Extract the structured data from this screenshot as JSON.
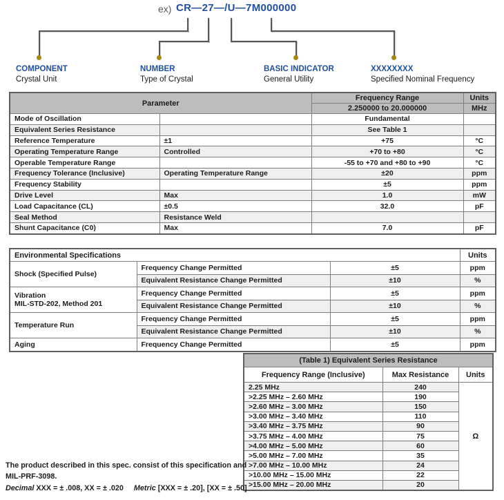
{
  "colors": {
    "accent_blue": "#1f4fa0",
    "marker_gold": "#a9840e",
    "connector_gray": "#575757",
    "header_gray": "#bdbdbd",
    "row_stripe": "#efefef"
  },
  "diagram": {
    "example_prefix": "ex)",
    "part_number": "CR—27—/U—7M000000",
    "labels": [
      {
        "code": "COMPONENT",
        "desc": "Crystal Unit"
      },
      {
        "code": "NUMBER",
        "desc": "Type of Crystal"
      },
      {
        "code": "BASIC INDICATOR",
        "desc": "General Utility"
      },
      {
        "code": "XXXXXXXX",
        "desc": "Specified Nominal Frequency"
      }
    ]
  },
  "parameter_table": {
    "header": {
      "parameter": "Parameter",
      "frequency_range": "Frequency Range",
      "range_value": "2.250000 to 20.000000",
      "units": "Units",
      "units_value": "MHz"
    },
    "rows": [
      {
        "name": "Mode of Oscillation",
        "condition": "",
        "value": "Fundamental",
        "unit": ""
      },
      {
        "name": "Equivalent Series Resistance",
        "condition": "",
        "value": "See Table 1",
        "unit": ""
      },
      {
        "name": "Reference Temperature",
        "condition": "±1",
        "value": "+75",
        "unit": "°C"
      },
      {
        "name": "Operating Temperature Range",
        "condition": "Controlled",
        "value": "+70 to +80",
        "unit": "°C"
      },
      {
        "name": "Operable Temperature Range",
        "condition": "",
        "value": "-55 to +70 and +80 to +90",
        "unit": "°C"
      },
      {
        "name": "Frequency Tolerance (Inclusive)",
        "condition": "Operating Temperature Range",
        "value": "±20",
        "unit": "ppm"
      },
      {
        "name": "Frequency Stability",
        "condition": "",
        "value": "±5",
        "unit": "ppm"
      },
      {
        "name": "Drive Level",
        "condition": "Max",
        "value": "1.0",
        "unit": "mW"
      },
      {
        "name": "Load Capacitance (CL)",
        "condition": "±0.5",
        "value": "32.0",
        "unit": "pF"
      },
      {
        "name": "Seal Method",
        "condition": "Resistance Weld",
        "value": "",
        "unit": ""
      },
      {
        "name": "Shunt Capacitance (C0)",
        "condition": "Max",
        "value": "7.0",
        "unit": "pF"
      }
    ]
  },
  "environmental_table": {
    "title": "Environmental Specifications",
    "units_label": "Units",
    "groups": [
      {
        "name": "Shock (Specified Pulse)",
        "name2": "",
        "tests": [
          {
            "test": "Frequency Change Permitted",
            "value": "±5",
            "unit": "ppm"
          },
          {
            "test": "Equivalent Resistance Change Permitted",
            "value": "±10",
            "unit": "%"
          }
        ]
      },
      {
        "name": "Vibration",
        "name2": "MIL-STD-202, Method 201",
        "tests": [
          {
            "test": "Frequency Change Permitted",
            "value": "±5",
            "unit": "ppm"
          },
          {
            "test": "Equivalent Resistance Change Permitted",
            "value": "±10",
            "unit": "%"
          }
        ]
      },
      {
        "name": "Temperature Run",
        "name2": "",
        "tests": [
          {
            "test": "Frequency Change Permitted",
            "value": "±5",
            "unit": "ppm"
          },
          {
            "test": "Equivalent Resistance Change Permitted",
            "value": "±10",
            "unit": "%"
          }
        ]
      },
      {
        "name": "Aging",
        "name2": "",
        "tests": [
          {
            "test": "Frequency Change Permitted",
            "value": "±5",
            "unit": "ppm"
          }
        ]
      }
    ]
  },
  "esr_table": {
    "title": "(Table 1) Equivalent Series Resistance",
    "col_headers": [
      "Frequency Range (Inclusive)",
      "Max Resistance",
      "Units"
    ],
    "resistance_unit": "Ω",
    "rows": [
      {
        "range": "2.25 MHz",
        "max_resistance": "240"
      },
      {
        "range": ">2.25 MHz – 2.60 MHz",
        "max_resistance": "190"
      },
      {
        "range": ">2.60 MHz – 3.00 MHz",
        "max_resistance": "150"
      },
      {
        "range": ">3.00 MHz – 3.40 MHz",
        "max_resistance": "110"
      },
      {
        "range": ">3.40 MHz – 3.75 MHz",
        "max_resistance": "90"
      },
      {
        "range": ">3.75 MHz – 4.00 MHz",
        "max_resistance": "75"
      },
      {
        "range": ">4.00 MHz – 5.00 MHz",
        "max_resistance": "60"
      },
      {
        "range": ">5.00 MHz – 7.00 MHz",
        "max_resistance": "35"
      },
      {
        "range": ">7.00 MHz – 10.00 MHz",
        "max_resistance": "24"
      },
      {
        "range": ">10.00 MHz – 15.00 MHz",
        "max_resistance": "22"
      },
      {
        "range": ">15.00 MHz – 20.00 MHz",
        "max_resistance": "20"
      }
    ]
  },
  "footnote": {
    "line1": "The product described in this spec. consist of this specification and",
    "line2": "MIL-PRF-3098.",
    "decimal_label": "Decimal",
    "decimal_text": "XXX = ± .008, XX = ± .020",
    "metric_label": "Metric",
    "metric_text": "[XXX = ± .20], [XX = ± .50]"
  }
}
